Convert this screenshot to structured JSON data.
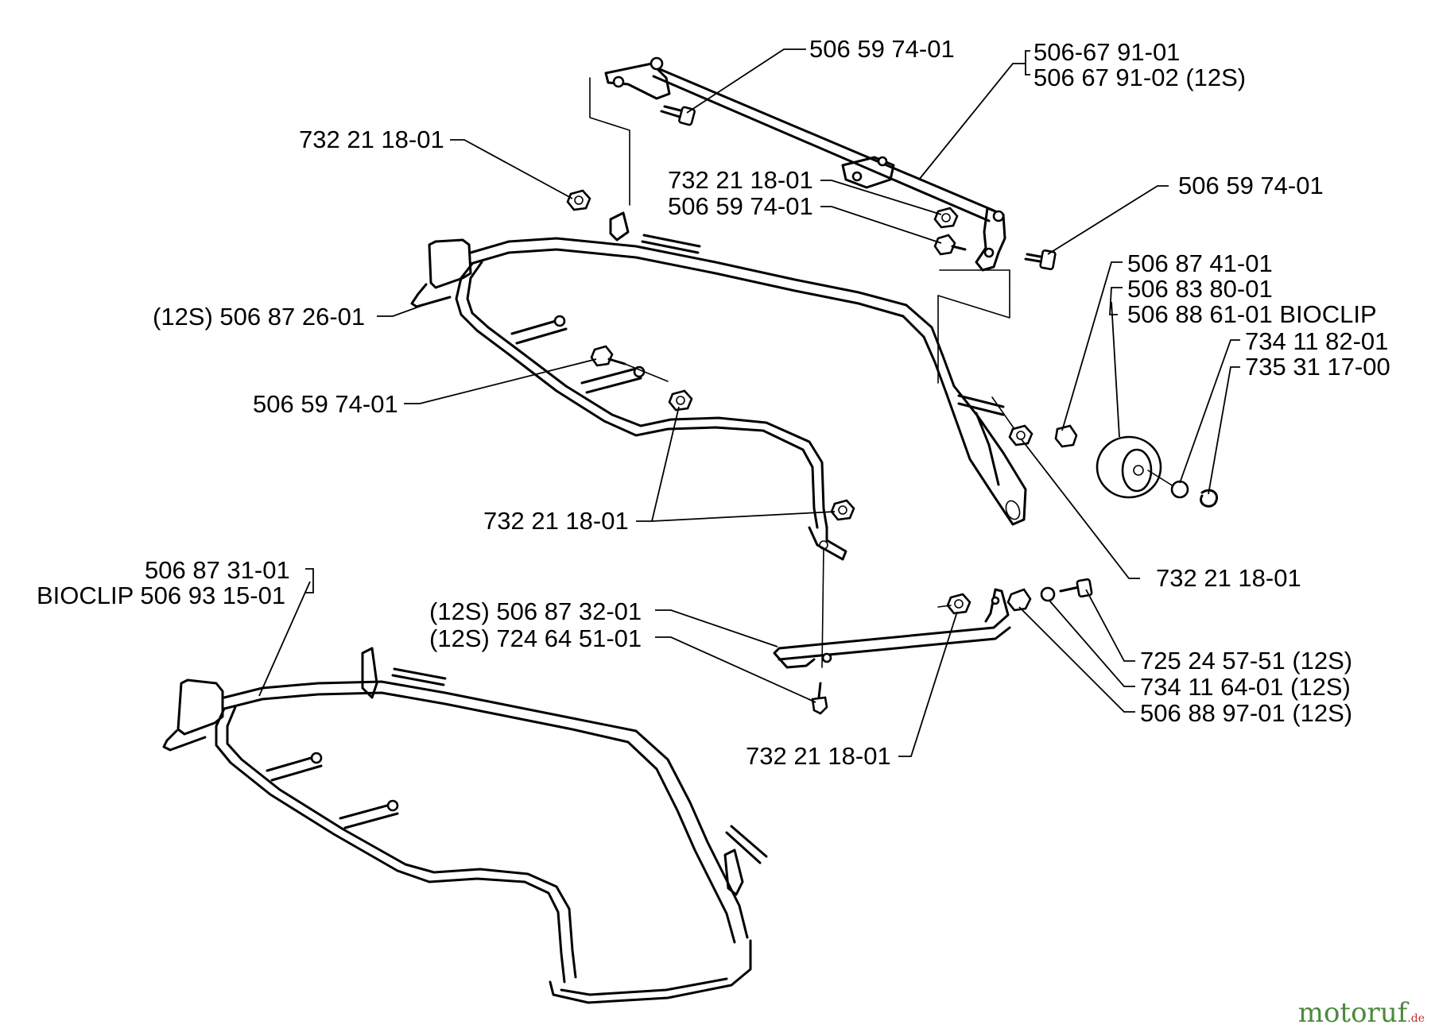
{
  "labels": {
    "bolt_top": "506 59 74-01",
    "rod_a": "506-67 91-01",
    "rod_b": "506 67 91-02 (12S)",
    "nut_top_left": "732 21 18-01",
    "nut_mid": "732 21 18-01",
    "bolt_mid": "506 59 74-01",
    "bolt_right": "506 59 74-01",
    "bracket_12s": "(12S) 506 87 26-01",
    "spacer": "506 87 41-01",
    "wheel": "506 83 80-01",
    "wheel_bioclip": "506 88 61-01 BIOCLIP",
    "washer": "734 11 82-01",
    "clip": "735 31 17-00",
    "bolt_left": "506 59 74-01",
    "nut_pair": "732 21 18-01",
    "nut_wheel": "732 21 18-01",
    "frame_lower": "506 87 31-01",
    "frame_bioclip": "BIOCLIP 506 93 15-01",
    "link_12s": "(12S) 506 87 32-01",
    "screw_12s": "(12S) 724 64 51-01",
    "bolt_12s": "725 24 57-51 (12S)",
    "washer_12s": "734 11 64-01 (12S)",
    "spacer_12s": "506 88 97-01 (12S)",
    "nut_bottom": "732 21 18-01"
  },
  "watermark": {
    "text": "motoruf",
    "suffix": ".de"
  }
}
